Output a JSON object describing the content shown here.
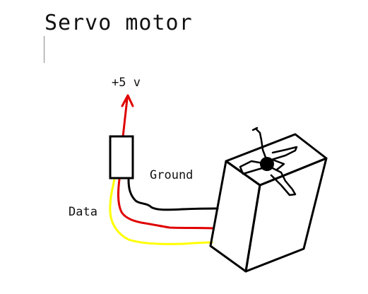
{
  "diagram": {
    "title": "Servo motor",
    "labels": {
      "voltage": "+5 v",
      "ground": "Ground",
      "data": "Data"
    },
    "colors": {
      "power_wire": "#e00000",
      "ground_wire": "#000000",
      "data_wire": "#ffff00",
      "ink": "#000000"
    }
  }
}
